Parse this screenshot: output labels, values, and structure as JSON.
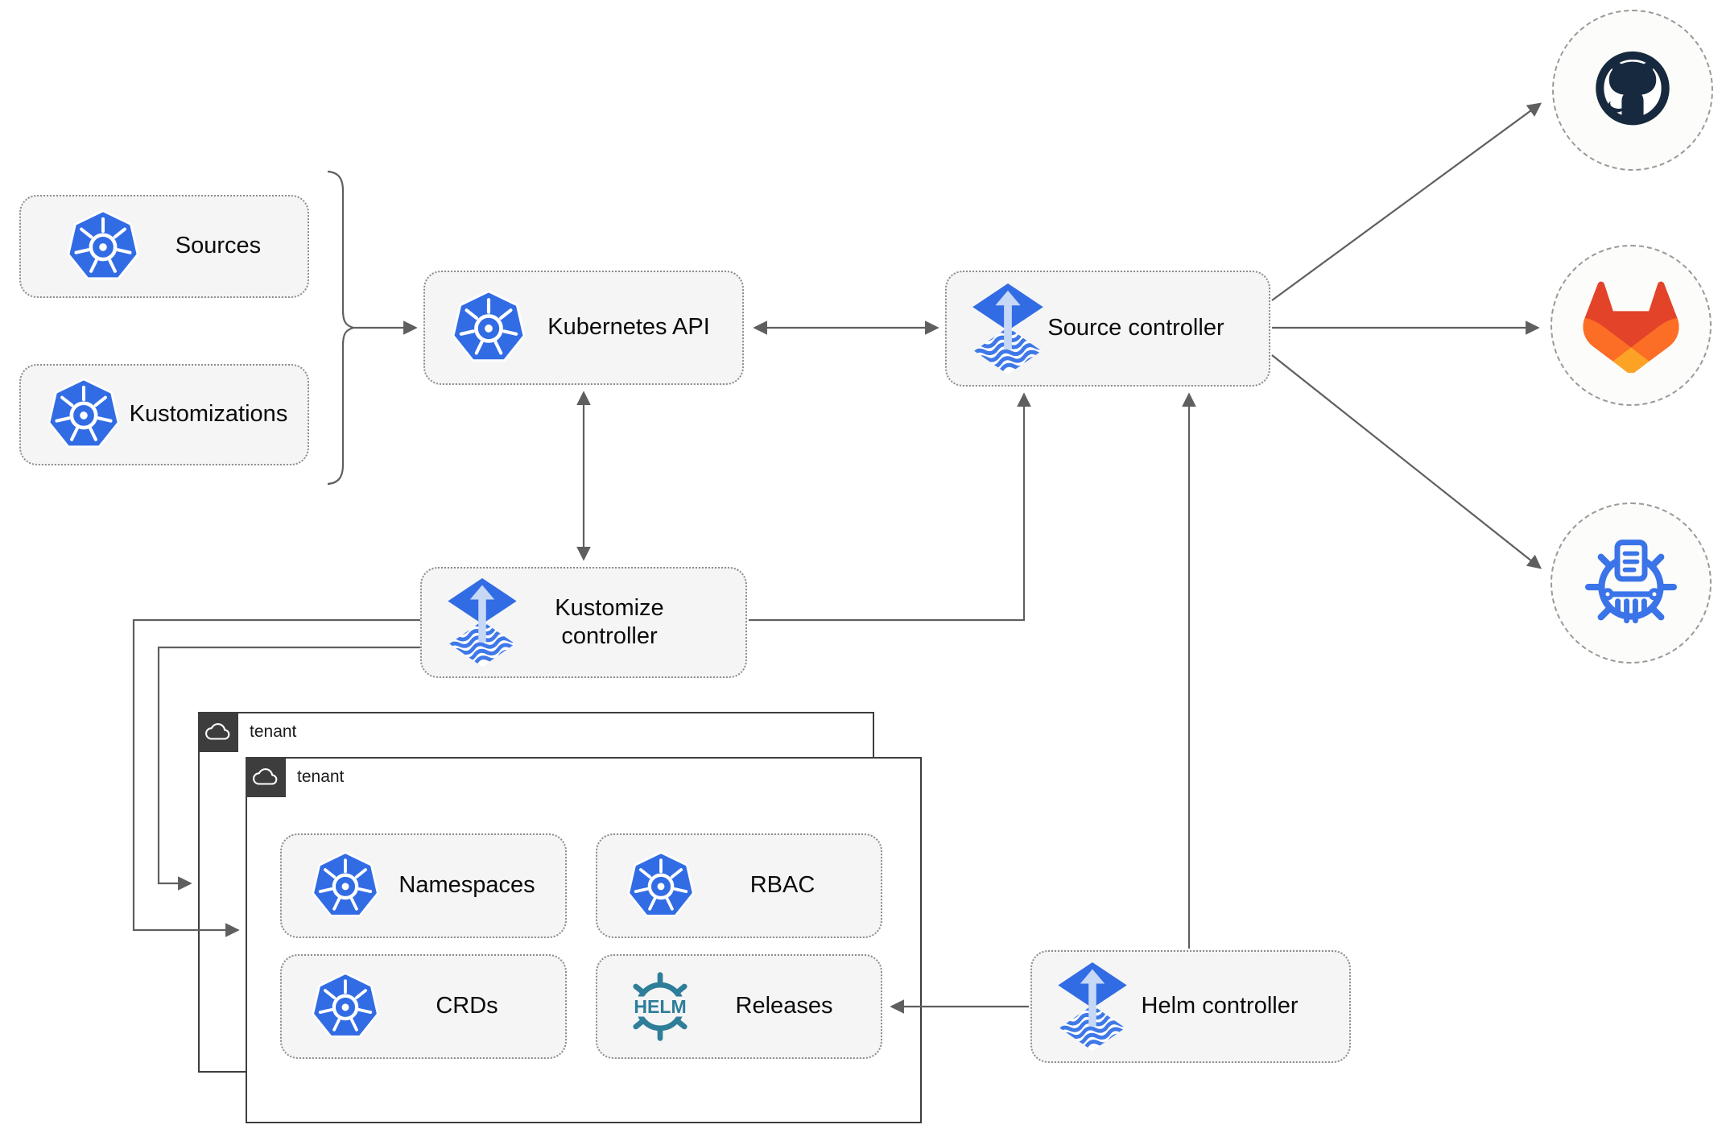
{
  "diagram": {
    "title_hint": "Flux GitOps architecture diagram",
    "nodes": {
      "sources": {
        "label": "Sources",
        "icon": "kubernetes-icon"
      },
      "kustomizations": {
        "label": "Kustomizations",
        "icon": "kubernetes-icon"
      },
      "kubernetes_api": {
        "label": "Kubernetes API",
        "icon": "kubernetes-icon"
      },
      "source_controller": {
        "label": "Source controller",
        "icon": "flux-icon"
      },
      "kustomize_controller": {
        "label": "Kustomize controller",
        "icon": "flux-icon"
      },
      "helm_controller": {
        "label": "Helm controller",
        "icon": "flux-icon"
      },
      "namespaces": {
        "label": "Namespaces",
        "icon": "kubernetes-icon"
      },
      "rbac": {
        "label": "RBAC",
        "icon": "kubernetes-icon"
      },
      "crds": {
        "label": "CRDs",
        "icon": "kubernetes-icon"
      },
      "releases": {
        "label": "Releases",
        "icon": "helm-icon"
      }
    },
    "tenants": {
      "outer": {
        "label": "tenant",
        "icon": "cloud-icon"
      },
      "inner": {
        "label": "tenant",
        "icon": "cloud-icon"
      }
    },
    "endpoints": [
      "github-icon",
      "gitlab-icon",
      "chartmuseum-icon"
    ],
    "icons": {
      "helm_wordmark": "HELM"
    },
    "colors": {
      "kubernetes_blue": "#326ce5",
      "flux_blue": "#316ce4",
      "flux_arrow_light": "#c6d8f6",
      "helm_teal": "#2e7e9a",
      "chartmuseum_blue": "#3b74e8",
      "github_dark": "#17293e",
      "gitlab_red": "#e24329",
      "gitlab_orange": "#fc6d26",
      "gitlab_yellow": "#fca326",
      "edge_gray": "#5f5f5f",
      "node_fill": "#f5f5f5",
      "tenant_border": "#3d3d3d"
    }
  }
}
